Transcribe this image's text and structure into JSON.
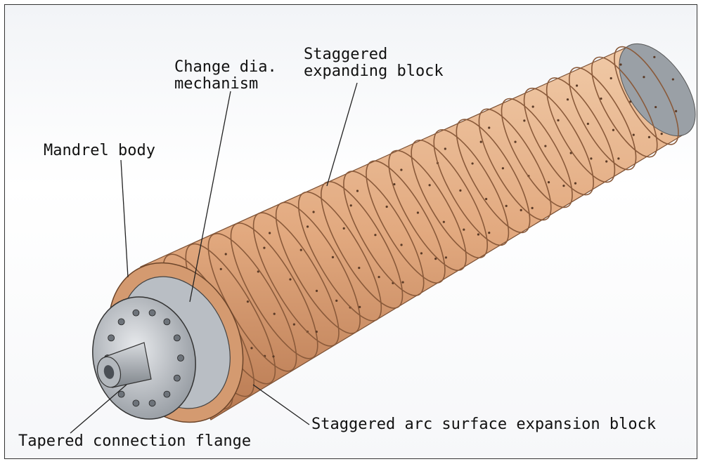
{
  "labels": {
    "mandrel_body": "Mandrel body",
    "change_dia_line1": "Change dia.",
    "change_dia_line2": "mechanism",
    "staggered_line1": "Staggered",
    "staggered_line2": "expanding block",
    "arc_surface": "Staggered arc surface expansion block",
    "tapered_flange": "Tapered connection flange"
  },
  "colors": {
    "block_face": "#e0a87e",
    "block_edge": "#8a5a3a",
    "metal": "#c9cdd2",
    "leader": "#222222"
  }
}
